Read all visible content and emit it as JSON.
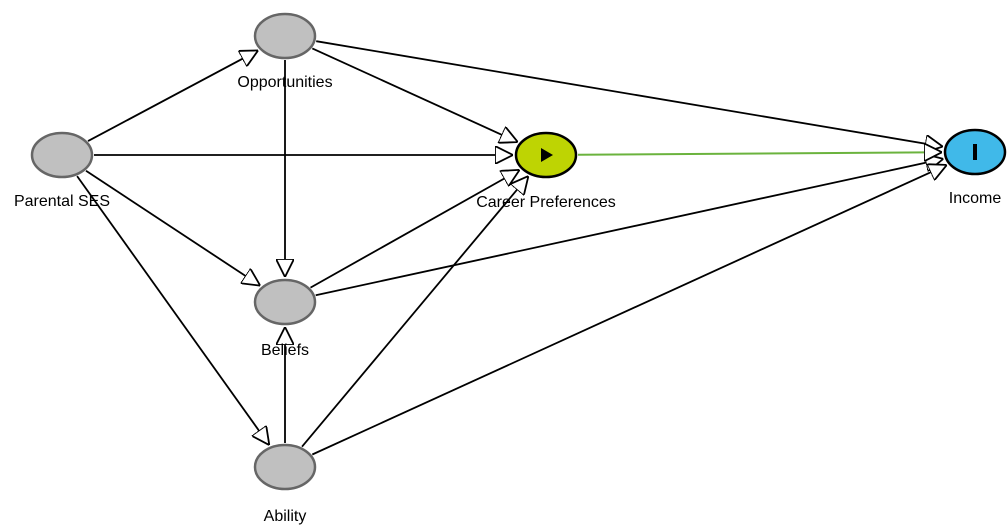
{
  "nodes": [
    {
      "id": "opportunities",
      "label": "Opportunities",
      "role": "ancestor"
    },
    {
      "id": "parental_ses",
      "label": "Parental SES",
      "role": "ancestor"
    },
    {
      "id": "career_preferences",
      "label": "Career Preferences",
      "role": "exposure"
    },
    {
      "id": "income",
      "label": "Income",
      "role": "outcome"
    },
    {
      "id": "beliefs",
      "label": "Beliefs",
      "role": "ancestor"
    },
    {
      "id": "ability",
      "label": "Ability",
      "role": "ancestor"
    }
  ],
  "edges": [
    {
      "from": "parental_ses",
      "to": "opportunities",
      "type": "ancestor-path"
    },
    {
      "from": "parental_ses",
      "to": "career_preferences",
      "type": "ancestor-path"
    },
    {
      "from": "parental_ses",
      "to": "beliefs",
      "type": "ancestor-path"
    },
    {
      "from": "parental_ses",
      "to": "ability",
      "type": "ancestor-path"
    },
    {
      "from": "opportunities",
      "to": "career_preferences",
      "type": "ancestor-path"
    },
    {
      "from": "opportunities",
      "to": "income",
      "type": "ancestor-path"
    },
    {
      "from": "opportunities",
      "to": "beliefs",
      "type": "ancestor-path"
    },
    {
      "from": "beliefs",
      "to": "career_preferences",
      "type": "ancestor-path"
    },
    {
      "from": "beliefs",
      "to": "income",
      "type": "ancestor-path"
    },
    {
      "from": "ability",
      "to": "beliefs",
      "type": "ancestor-path"
    },
    {
      "from": "ability",
      "to": "career_preferences",
      "type": "ancestor-path"
    },
    {
      "from": "ability",
      "to": "income",
      "type": "ancestor-path"
    },
    {
      "from": "career_preferences",
      "to": "income",
      "type": "causal-path"
    }
  ],
  "colors": {
    "ancestor_fill": "#c0c0c0",
    "exposure_fill": "#bed403",
    "outcome_fill": "#40b9e9",
    "node_stroke": "#666666",
    "edge_default": "#000000",
    "edge_causal": "#6bb33e"
  },
  "icons": {
    "exposure": "play-triangle-icon",
    "outcome": "i-bar-icon"
  }
}
